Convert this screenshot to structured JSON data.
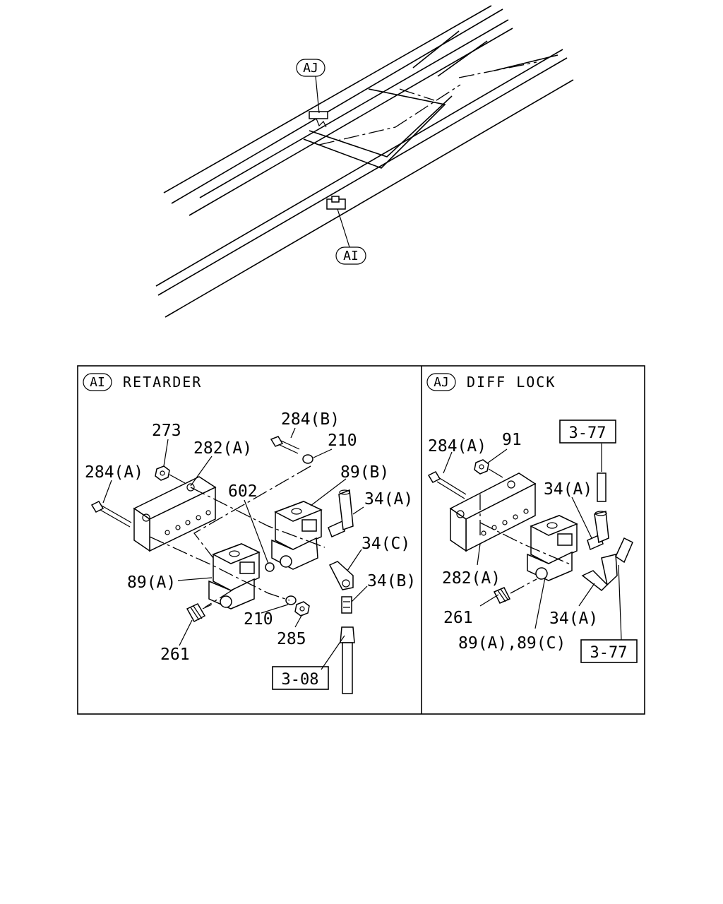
{
  "callouts": {
    "aj": "AJ",
    "ai": "AI"
  },
  "panel_ai": {
    "tag": "AI",
    "title": "RETARDER",
    "labels": {
      "l273": "273",
      "l284a": "284(A)",
      "l282a": "282(A)",
      "l284b": "284(B)",
      "l210a": "210",
      "l89b": "89(B)",
      "l602": "602",
      "l34a": "34(A)",
      "l34c": "34(C)",
      "l34b": "34(B)",
      "l89a": "89(A)",
      "l210b": "210",
      "l285": "285",
      "l261": "261"
    },
    "ref": "3-08"
  },
  "panel_aj": {
    "tag": "AJ",
    "title": "DIFF LOCK",
    "labels": {
      "l284a": "284(A)",
      "l91": "91",
      "l34a1": "34(A)",
      "l282a": "282(A)",
      "l261": "261",
      "l34a2": "34(A)",
      "l89ac": "89(A),89(C)"
    },
    "ref_top": "3-77",
    "ref_bottom": "3-77"
  }
}
